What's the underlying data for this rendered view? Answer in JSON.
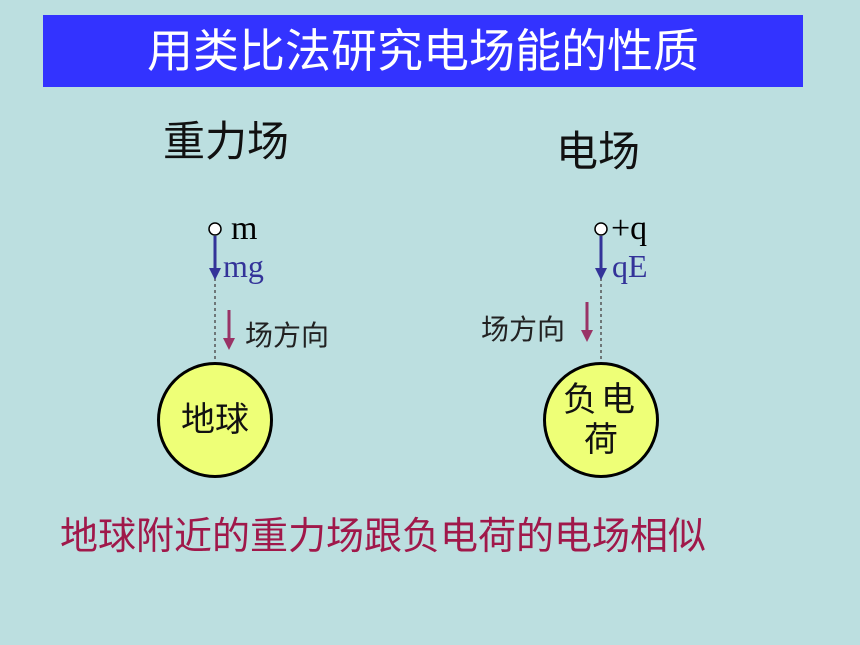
{
  "title": "用类比法研究电场能的性质",
  "gravity": {
    "heading": "重力场",
    "particle_label": "m",
    "force_label": "mg",
    "field_direction_label": "场方向",
    "source_label": "地球"
  },
  "electric": {
    "heading": "电场",
    "particle_label": "+q",
    "force_label": "qE",
    "field_direction_label": "场方向",
    "source_label_line1": "负电",
    "source_label_line2": "荷"
  },
  "conclusion": "地球附近的重力场跟负电荷的电场相似",
  "colors": {
    "background": "#bcdfe0",
    "title_bar": "#3333ff",
    "force_arrow": "#333399",
    "field_arrow": "#993366",
    "ball_fill": "#eeff77",
    "conclusion_text": "#a0184a"
  }
}
